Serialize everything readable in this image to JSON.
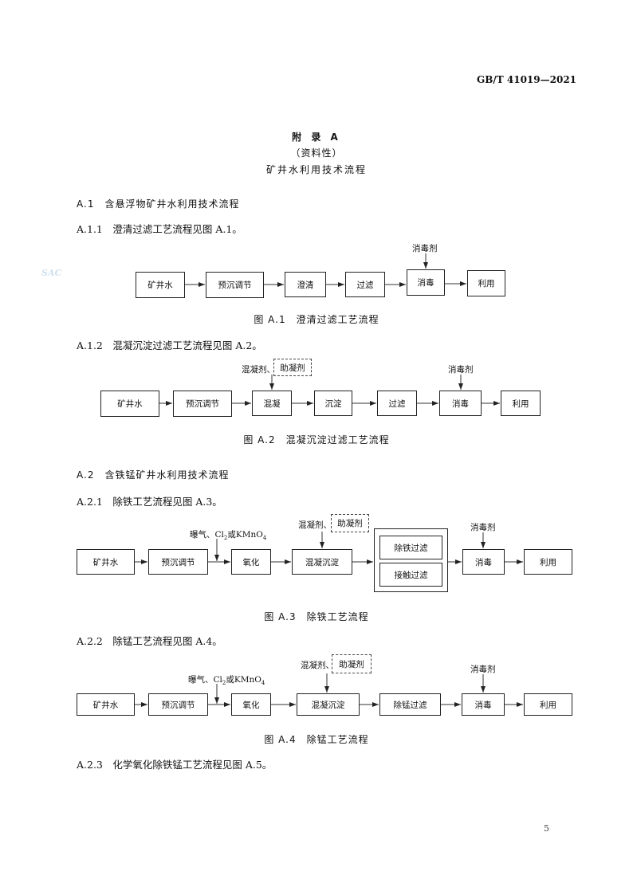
{
  "header": {
    "std_no": "GB/T 41019—2021"
  },
  "watermark": "SAC",
  "appendix": {
    "title": "附 录 A",
    "nature": "（资料性）",
    "name": "矿井水利用技术流程"
  },
  "s_a1": {
    "heading": "A.1　含悬浮物矿井水利用技术流程"
  },
  "s_a11": {
    "text": "A.1.1　澄清过滤工艺流程见图 A.1。"
  },
  "fig1": {
    "caption": "图 A.1　澄清过滤工艺流程",
    "nodes": [
      "矿井水",
      "预沉调节",
      "澄清",
      "过滤",
      "消毒",
      "利用"
    ],
    "inputs": [
      "消毒剂"
    ]
  },
  "s_a12": {
    "text": "A.1.2　混凝沉淀过滤工艺流程见图 A.2。"
  },
  "fig2": {
    "caption": "图 A.2　混凝沉淀过滤工艺流程",
    "nodes": [
      "矿井水",
      "预沉调节",
      "混凝",
      "沉淀",
      "过滤",
      "消毒",
      "利用"
    ],
    "inputs": [
      "混凝剂、",
      "助凝剂",
      "消毒剂"
    ]
  },
  "s_a2": {
    "heading": "A.2　含铁锰矿井水利用技术流程"
  },
  "s_a21": {
    "text": "A.2.1　除铁工艺流程见图 A.3。"
  },
  "fig3": {
    "caption": "图 A.3　除铁工艺流程",
    "nodes": [
      "矿井水",
      "预沉调节",
      "氧化",
      "混凝沉淀",
      "除铁过滤",
      "接触过滤",
      "消毒",
      "利用"
    ],
    "inputs": [
      "曝气、Cl",
      "2",
      "或KMnO",
      "4",
      "混凝剂、",
      "助凝剂",
      "消毒剂"
    ]
  },
  "s_a22": {
    "text": "A.2.2　除锰工艺流程见图 A.4。"
  },
  "fig4": {
    "caption": "图 A.4　除锰工艺流程",
    "nodes": [
      "矿井水",
      "预沉调节",
      "氧化",
      "混凝沉淀",
      "除锰过滤",
      "消毒",
      "利用"
    ],
    "inputs": [
      "曝气、Cl",
      "2",
      "或KMnO",
      "4",
      "混凝剂、",
      "助凝剂",
      "消毒剂"
    ]
  },
  "s_a23": {
    "text": "A.2.3　化学氧化除铁锰工艺流程见图 A.5。"
  },
  "footer": {
    "page": "5"
  }
}
